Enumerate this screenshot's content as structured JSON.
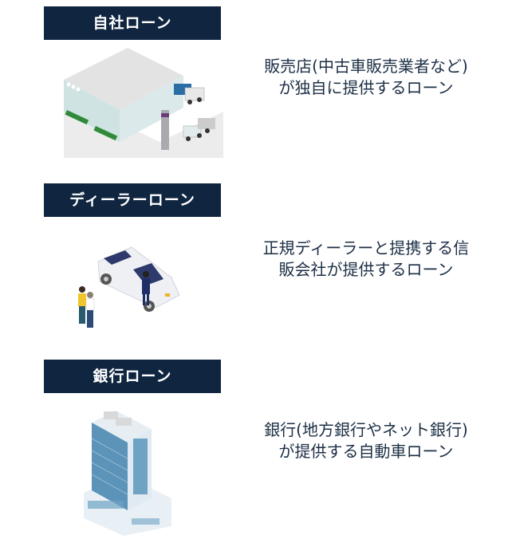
{
  "sections": [
    {
      "label": "自社ローン",
      "illustration": "car-dealership-building-icon",
      "description_line1": "販売店(中古車販売業者など)",
      "description_line2": "が独自に提供するローン"
    },
    {
      "label": "ディーラーローン",
      "illustration": "dealer-salesperson-car-icon",
      "description_line1": "正規ディーラーと提携する信",
      "description_line2": "販会社が提供するローン"
    },
    {
      "label": "銀行ローン",
      "illustration": "bank-office-building-icon",
      "description_line1": "銀行(地方銀行やネット銀行)",
      "description_line2": "が提供する自動車ローン"
    }
  ],
  "colors": {
    "label_bg": "#0f2540",
    "label_text": "#ffffff",
    "desc_text": "#1c2f45"
  }
}
